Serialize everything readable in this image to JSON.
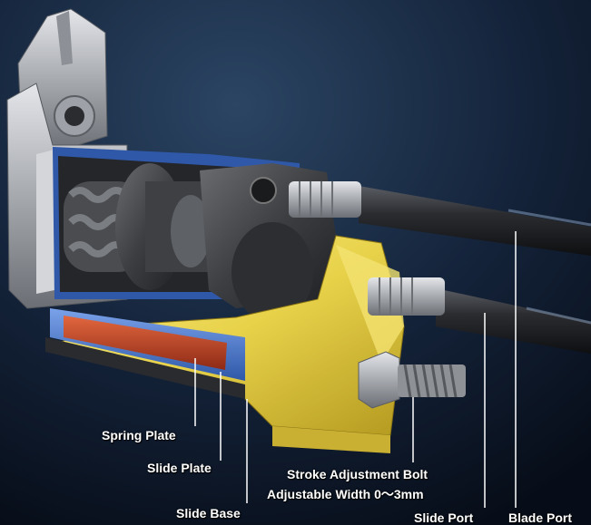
{
  "labels": {
    "spring_plate": "Spring Plate",
    "slide_plate": "Slide Plate",
    "slide_base": "Slide Base",
    "stroke_bolt_line1": "Stroke Adjustment Bolt",
    "stroke_bolt_line2": "Adjustable Width 0〜3mm",
    "slide_port": "Slide Port",
    "blade_port": "Blade Port"
  },
  "colors": {
    "background_top": "#243a55",
    "background_bottom": "#080f1c",
    "bracket_yellow": "#e8d24a",
    "slide_plate_blue": "#4f7fd6",
    "spring_plate_red": "#c8482a",
    "body_dark": "#3a3c40",
    "steel": "#b9bcc1"
  }
}
